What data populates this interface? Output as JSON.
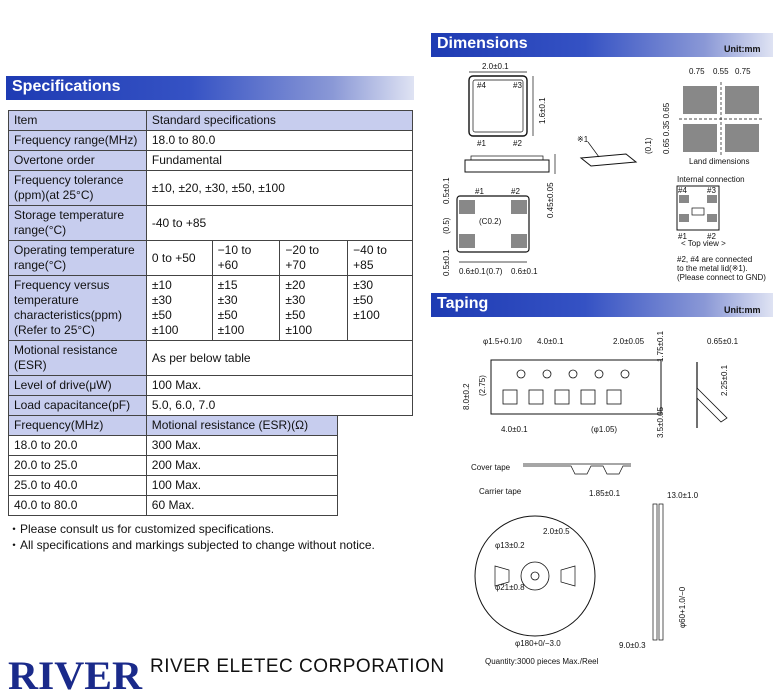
{
  "specifications": {
    "title": "Specifications",
    "header": [
      "Item",
      "Standard specifications"
    ],
    "rows": [
      {
        "label": "Frequency range(MHz)",
        "value": "18.0 to 80.0"
      },
      {
        "label": "Overtone order",
        "value": "Fundamental"
      },
      {
        "label": "Frequency tolerance (ppm)(at 25°C)",
        "value": "±10, ±20, ±30, ±50, ±100"
      },
      {
        "label": "Storage temperature range(°C)",
        "value": "-40 to +85"
      }
    ],
    "operating": {
      "label": "Operating temperature range(°C)",
      "values": [
        "0 to +50",
        "−10 to +60",
        "−20 to +70",
        "−40 to +85"
      ]
    },
    "freq_vs_temp": {
      "label": "Frequency versus temperature characteristics(ppm) (Refer to 25°C)",
      "cols": [
        [
          "±10",
          "±30",
          "±50",
          "±100"
        ],
        [
          "±15",
          "±30",
          "±50",
          "±100"
        ],
        [
          "±20",
          "±30",
          "±50",
          "±100"
        ],
        [
          "±30",
          "±50",
          "±100",
          ""
        ]
      ]
    },
    "rows2": [
      {
        "label": "Motional resistance (ESR)",
        "value": "As per below table"
      },
      {
        "label": "Level of drive(μW)",
        "value": "100 Max."
      },
      {
        "label": "Load capacitance(pF)",
        "value": "5.0, 6.0, 7.0"
      }
    ]
  },
  "esr_table": {
    "header": [
      "Frequency(MHz)",
      "Motional resistance (ESR)(Ω)"
    ],
    "rows": [
      [
        "18.0 to 20.0",
        "300 Max."
      ],
      [
        "20.0 to 25.0",
        "200 Max."
      ],
      [
        "25.0 to 40.0",
        "100 Max."
      ],
      [
        "40.0 to 80.0",
        "60 Max."
      ]
    ]
  },
  "notes": [
    "・Please consult us for customized specifications.",
    "・All specifications and markings subjected to change without notice."
  ],
  "dimensions": {
    "title": "Dimensions",
    "unit": "Unit:mm",
    "labels": {
      "w": "2.0±0.1",
      "h": "1.6±0.1",
      "p4": "#4",
      "p3": "#3",
      "p1": "#1",
      "p2": "#2",
      "mark": "※1",
      "lid": "(0.1)",
      "t": "0.45±0.05",
      "c02": "(C0.2)",
      "v05a": "0.5±0.1",
      "v05b": "(0.5)",
      "v05c": "0.5±0.1",
      "b1": "0.6±0.1",
      "b2": "(0.7)",
      "b3": "0.6±0.1",
      "l1": "0.75",
      "l2": "0.55",
      "l3": "0.75",
      "lv": "0.65 0.35 0.65",
      "land": "Land dimensions",
      "internal": "Internal connection",
      "topview": "< Top view >",
      "conn1": "#2, #4 are connected",
      "conn2": "to the metal lid(※1).",
      "conn3": "(Please connect to GND)"
    }
  },
  "taping": {
    "title": "Taping",
    "unit": "Unit:mm",
    "labels": {
      "hole": "φ1.5+0.1/0",
      "p4a": "4.0±0.1",
      "p2": "2.0±0.05",
      "e": "1.75±0.1",
      "w8": "8.0±0.2",
      "s275": "(2.75)",
      "f35": "3.5±0.05",
      "p4b": "4.0±0.1",
      "h105": "(φ1.05)",
      "t065": "0.65±0.1",
      "k225": "2.25±0.1",
      "cover": "Cover tape",
      "carrier": "Carrier tape",
      "d185": "1.85±0.1",
      "r13w": "13.0±1.0",
      "r20": "2.0±0.5",
      "r13": "φ13±0.2",
      "r21": "φ21±0.8",
      "r180": "φ180+0/−3.0",
      "r60": "φ60+1.0/−0",
      "r9": "9.0±0.3",
      "qty": "Quantity:3000 pieces Max./Reel"
    }
  },
  "footer": {
    "logo": "RIVER",
    "company": "RIVER ELETEC CORPORATION"
  }
}
